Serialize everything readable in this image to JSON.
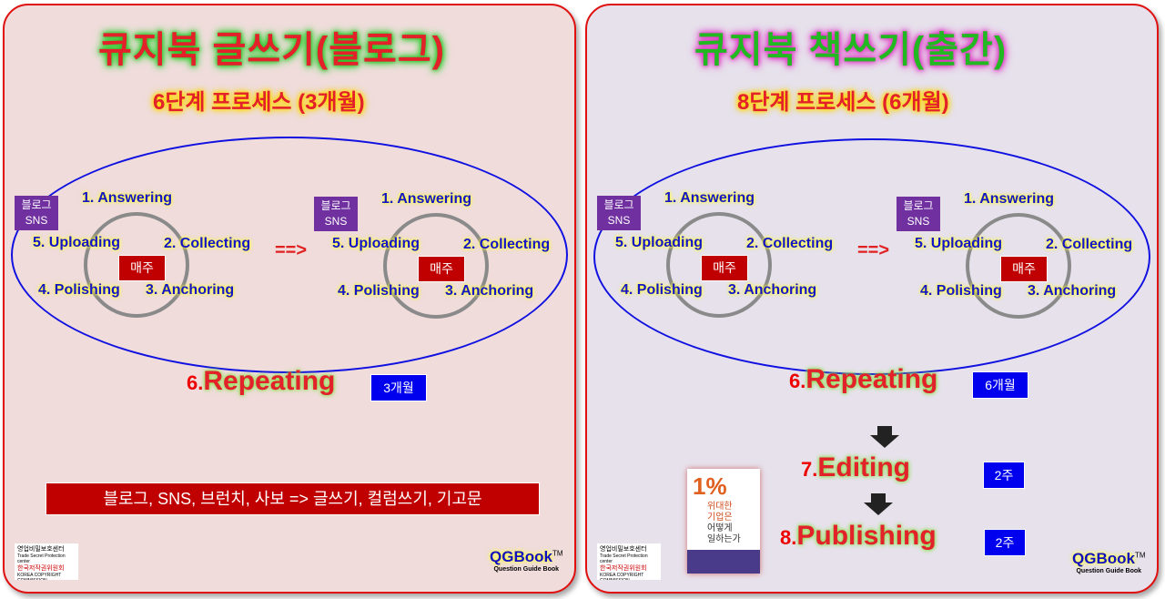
{
  "left": {
    "title": "큐지북 글쓰기(블로그)",
    "subtitle": "6단계 프로세스 (3개월)",
    "sns": [
      "블로그",
      "SNS"
    ],
    "steps": [
      "1. Answering",
      "2. Collecting",
      "3. Anchoring",
      "4. Polishing",
      "5. Uploading"
    ],
    "weekly": "매주",
    "arrow": "==>",
    "repeat_num": "6.",
    "repeat": "Repeating",
    "repeat_badge": "3개월",
    "bar": "블로그, SNS, 브런치, 사보 => 글쓰기, 컬럼쓰기, 기고문"
  },
  "right": {
    "title": "큐지북 책쓰기(출간)",
    "subtitle": "8단계 프로세스 (6개월)",
    "sns": [
      "블로그",
      "SNS"
    ],
    "steps": [
      "1. Answering",
      "2. Collecting",
      "3. Anchoring",
      "4. Polishing",
      "5. Uploading"
    ],
    "weekly": "매주",
    "arrow": "==>",
    "repeat_num": "6.",
    "repeat": "Repeating",
    "repeat_badge": "6개월",
    "edit_num": "7.",
    "edit": "Editing",
    "edit_badge": "2주",
    "pub_num": "8.",
    "pub": "Publishing",
    "pub_badge": "2주",
    "book": {
      "pct": "1%",
      "title": [
        "위대한",
        "기업은",
        "어떻게",
        "일하는가"
      ]
    }
  },
  "logos": {
    "org1": "영업비밀보호센터",
    "org1_en": "Trade Secret Protection center",
    "org2": "한국저작권위원회",
    "org2_en": "KOREA COPYRIGHT COMMISSION"
  },
  "brand": {
    "name": "QGBook",
    "tm": "TM",
    "tagline": "Question Guide Book"
  },
  "colors": {
    "title_left": "#e3212a",
    "title_right": "#22b822",
    "ellipse": "#1010e0",
    "badge": "#0000ee",
    "bar": "#c00000",
    "sns_box": "#7030a0"
  }
}
